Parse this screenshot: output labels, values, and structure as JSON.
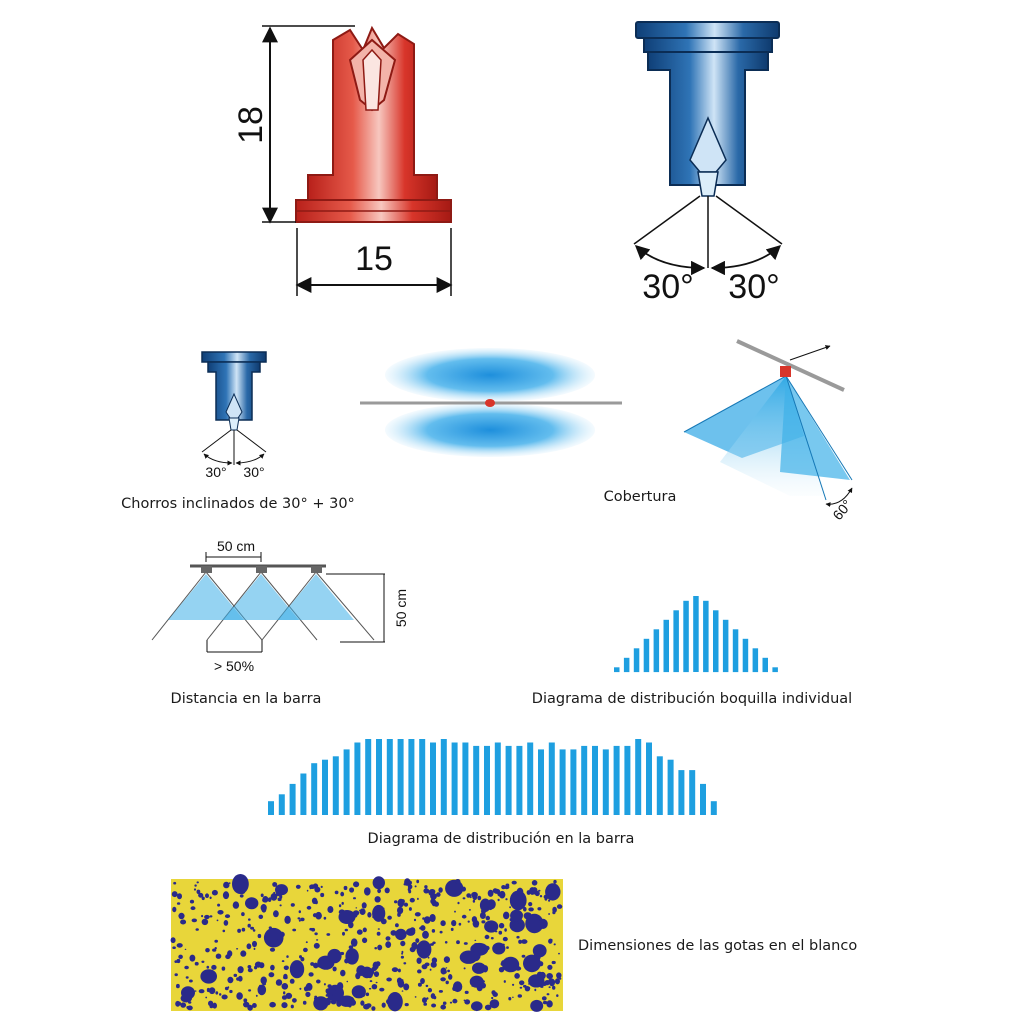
{
  "dimensions": {
    "height": "18",
    "width": "15",
    "angle_left": "30°",
    "angle_right": "30°"
  },
  "small_nozzle": {
    "angle_left": "30°",
    "angle_right": "30°",
    "caption": "Chorros inclinados de 30° + 30°"
  },
  "coverage": {
    "caption": "Cobertura",
    "angle": "60°"
  },
  "boom_distance": {
    "spacing_label": "50 cm",
    "height_label": "50 cm",
    "overlap_label": "> 50%",
    "caption": "Distancia en la barra"
  },
  "single_distribution": {
    "caption": "Diagrama de distribución boquilla individual"
  },
  "boom_distribution": {
    "caption": "Diagrama de distribución en la barra"
  },
  "droplets": {
    "caption": "Dimensiones de las gotas en el blanco"
  },
  "colors": {
    "nozzle_red": "#d8352a",
    "nozzle_blue": "#1d5a9a",
    "spray_blue": "#1e9fe0",
    "target_yellow": "#e8d63a",
    "droplet_navy": "#2a2a8a"
  },
  "chart_data": [
    {
      "type": "bar",
      "values": [
        1,
        3,
        5,
        7,
        9,
        11,
        13,
        15,
        16,
        15,
        13,
        11,
        9,
        7,
        5,
        3,
        1
      ]
    },
    {
      "type": "bar",
      "values": [
        4,
        6,
        9,
        12,
        15,
        16,
        17,
        19,
        21,
        22,
        22,
        22,
        22,
        22,
        22,
        21,
        22,
        21,
        21,
        20,
        20,
        21,
        20,
        20,
        21,
        19,
        21,
        19,
        19,
        20,
        20,
        19,
        20,
        20,
        22,
        21,
        17,
        16,
        13,
        13,
        9,
        4
      ]
    }
  ]
}
